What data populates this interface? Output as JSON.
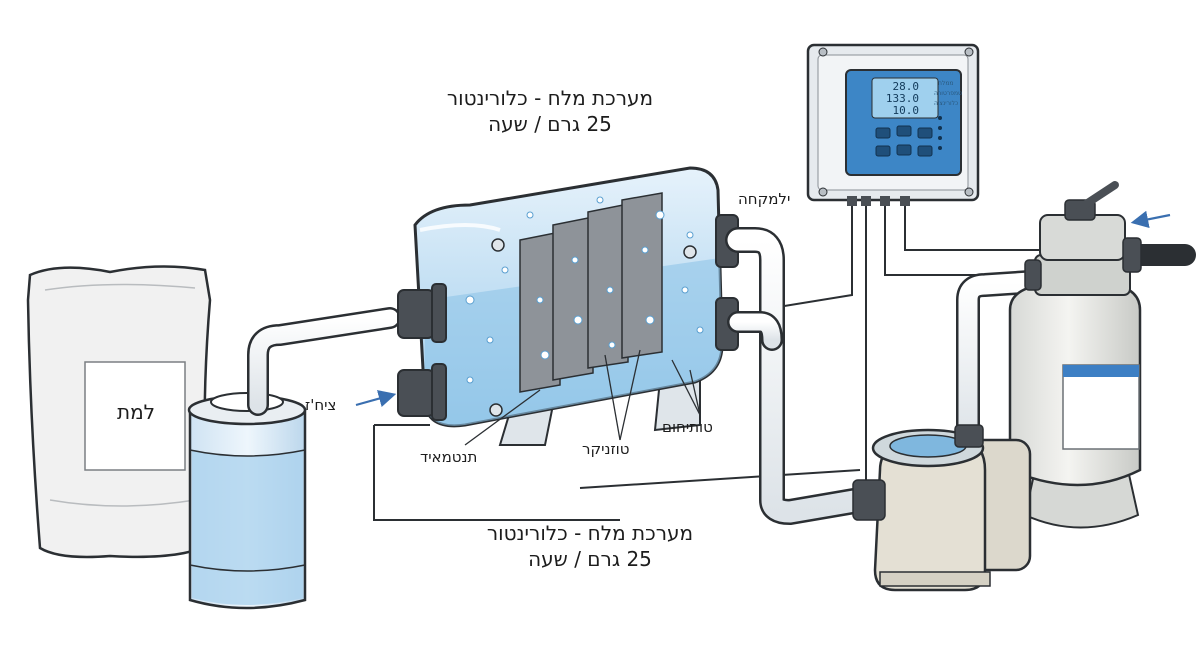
{
  "labels": {
    "title_top_line1": "מערכת מלח - כלורינטור",
    "title_top_line2": "25 גרם / שעה",
    "title_bottom_line1": "מערכת מלח - כלורינטור",
    "title_bottom_line2": "25 גרם / שעה",
    "bag": "למת",
    "inlet": "ציח'ז",
    "outlet": "ילמקחה",
    "cell_body": "תנטמאיד",
    "plates": "טוזניקר",
    "electrodes": "טותיחום"
  },
  "controller": {
    "readings": [
      "28.0",
      "133.0",
      "10.0"
    ],
    "panel_text": [
      "ממלח",
      "טמפרטורה",
      "כלורינציה"
    ]
  },
  "colors": {
    "outline": "#2b2f33",
    "water": "#a9d2ee",
    "pipe": "#ffffff",
    "screen": "#3d86c6",
    "controller": "#e6eaee",
    "fitting": "#4a4f55"
  },
  "icons": [
    "salt-bag",
    "brine-tank",
    "electrolytic-cell",
    "control-panel",
    "pump",
    "sand-filter"
  ]
}
